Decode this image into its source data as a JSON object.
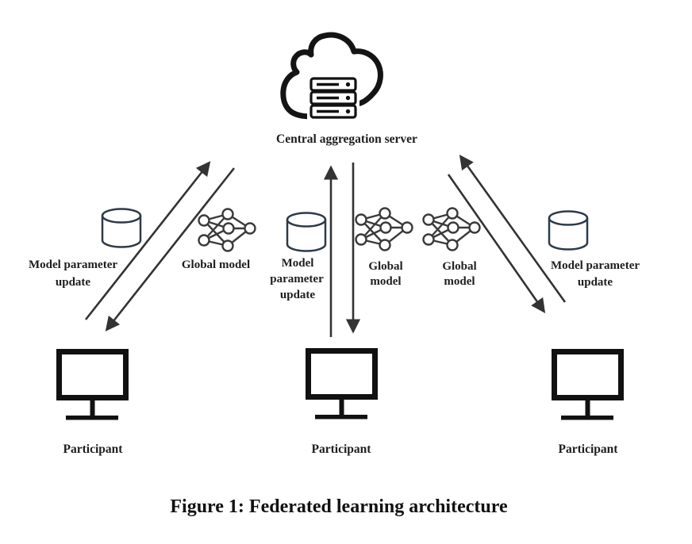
{
  "figure": {
    "caption": "Figure 1: Federated learning architecture"
  },
  "server": {
    "label": "Central aggregation server",
    "icon": "cloud-server-icon"
  },
  "participants": [
    {
      "label": "Participant",
      "icon": "monitor-icon"
    },
    {
      "label": "Participant",
      "icon": "monitor-icon"
    },
    {
      "label": "Participant",
      "icon": "monitor-icon"
    }
  ],
  "annotations": {
    "left_update": {
      "line1": "Model parameter",
      "line2": "update",
      "icon": "database-icon"
    },
    "mid_update": {
      "line1": "Model",
      "line2": "parameter",
      "line3": "update",
      "icon": "database-icon"
    },
    "right_update": {
      "line1": "Model parameter",
      "line2": "update",
      "icon": "database-icon"
    },
    "left_global": {
      "line1": "Global model",
      "icon": "neural-network-icon"
    },
    "mid_global_1": {
      "line1": "Global",
      "line2": "model",
      "icon": "neural-network-icon"
    },
    "mid_global_2": {
      "line1": "Global",
      "line2": "model",
      "icon": "neural-network-icon"
    }
  },
  "arrows": {
    "left_upload": "participant-to-server",
    "left_download": "server-to-participant",
    "middle_upload": "participant-to-server",
    "middle_download": "server-to-participant",
    "right_upload": "participant-to-server",
    "right_download": "server-to-participant"
  },
  "colors": {
    "background": "#ffffff",
    "icon_black": "#111111",
    "arrow": "#333333",
    "database_outline": "#2d3a48",
    "network_outline": "#3a3a3a",
    "text": "#1d1d1d"
  }
}
